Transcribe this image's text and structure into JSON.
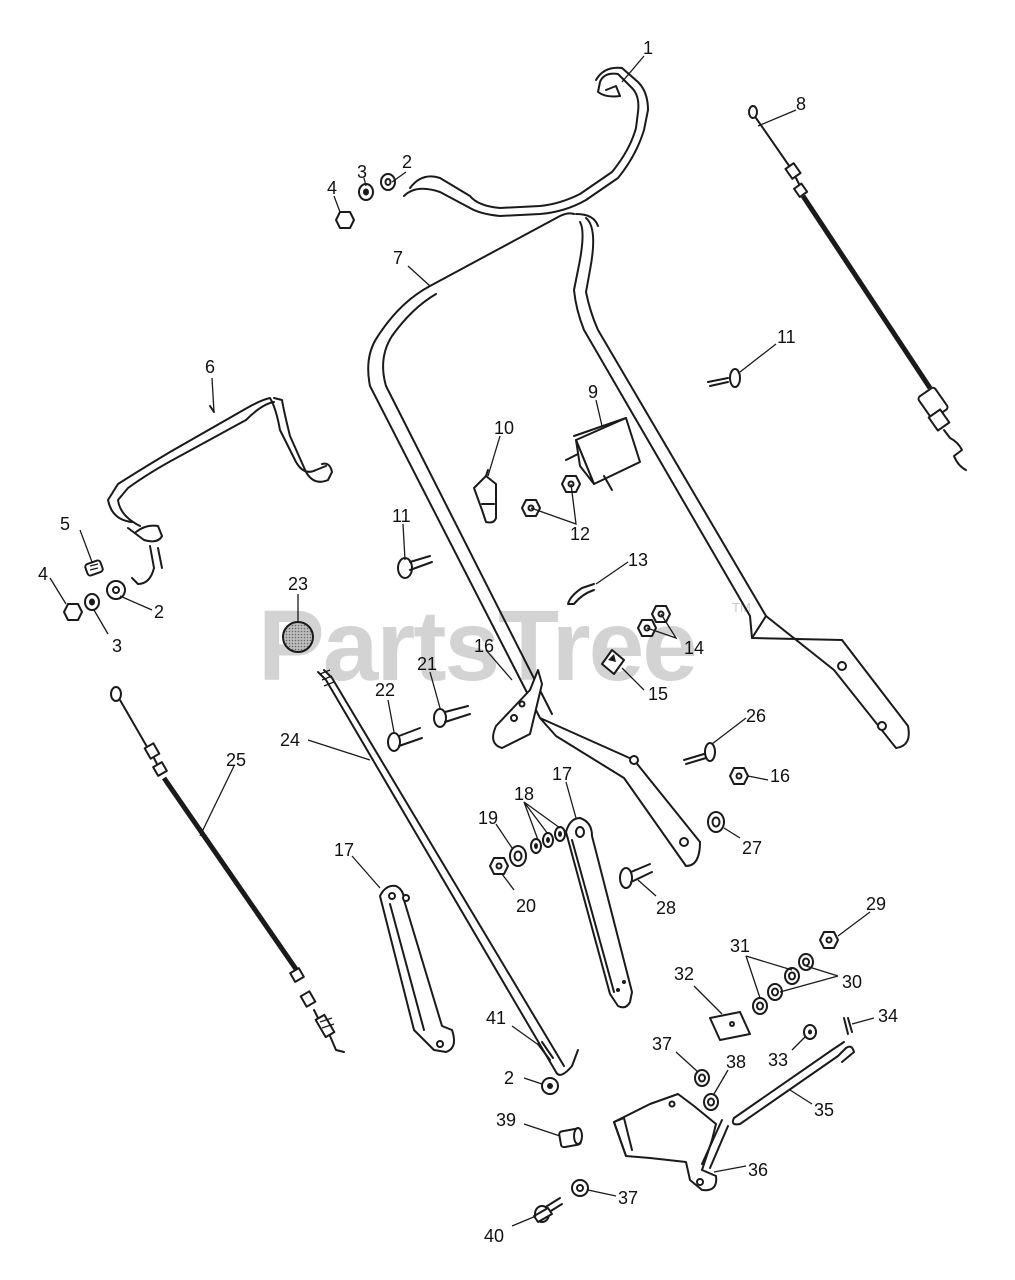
{
  "watermark": "PartsTree",
  "watermark_tm": "TM",
  "callouts": [
    {
      "id": "c1",
      "text": "1"
    },
    {
      "id": "c8",
      "text": "8"
    },
    {
      "id": "c2a",
      "text": "2"
    },
    {
      "id": "c3a",
      "text": "3"
    },
    {
      "id": "c4a",
      "text": "4"
    },
    {
      "id": "c7",
      "text": "7"
    },
    {
      "id": "c11a",
      "text": "11"
    },
    {
      "id": "c6",
      "text": "6"
    },
    {
      "id": "c9",
      "text": "9"
    },
    {
      "id": "c10",
      "text": "10"
    },
    {
      "id": "c12",
      "text": "12"
    },
    {
      "id": "c5",
      "text": "5"
    },
    {
      "id": "c11b",
      "text": "11"
    },
    {
      "id": "c13",
      "text": "13"
    },
    {
      "id": "c4b",
      "text": "4"
    },
    {
      "id": "c2b",
      "text": "2"
    },
    {
      "id": "c3b",
      "text": "3"
    },
    {
      "id": "c23",
      "text": "23"
    },
    {
      "id": "c14",
      "text": "14"
    },
    {
      "id": "c15",
      "text": "15"
    },
    {
      "id": "c21",
      "text": "21"
    },
    {
      "id": "c16a",
      "text": "16"
    },
    {
      "id": "c22",
      "text": "22"
    },
    {
      "id": "c24",
      "text": "24"
    },
    {
      "id": "c26",
      "text": "26"
    },
    {
      "id": "c25",
      "text": "25"
    },
    {
      "id": "c16b",
      "text": "16"
    },
    {
      "id": "c17a",
      "text": "17"
    },
    {
      "id": "c18",
      "text": "18"
    },
    {
      "id": "c19",
      "text": "19"
    },
    {
      "id": "c27",
      "text": "27"
    },
    {
      "id": "c17b",
      "text": "17"
    },
    {
      "id": "c20",
      "text": "20"
    },
    {
      "id": "c28",
      "text": "28"
    },
    {
      "id": "c29",
      "text": "29"
    },
    {
      "id": "c31",
      "text": "31"
    },
    {
      "id": "c30",
      "text": "30"
    },
    {
      "id": "c32",
      "text": "32"
    },
    {
      "id": "c34",
      "text": "34"
    },
    {
      "id": "c41",
      "text": "41"
    },
    {
      "id": "c37a",
      "text": "37"
    },
    {
      "id": "c33",
      "text": "33"
    },
    {
      "id": "c38",
      "text": "38"
    },
    {
      "id": "c2c",
      "text": "2"
    },
    {
      "id": "c35",
      "text": "35"
    },
    {
      "id": "c39",
      "text": "39"
    },
    {
      "id": "c36",
      "text": "36"
    },
    {
      "id": "c37b",
      "text": "37"
    },
    {
      "id": "c40",
      "text": "40"
    }
  ]
}
